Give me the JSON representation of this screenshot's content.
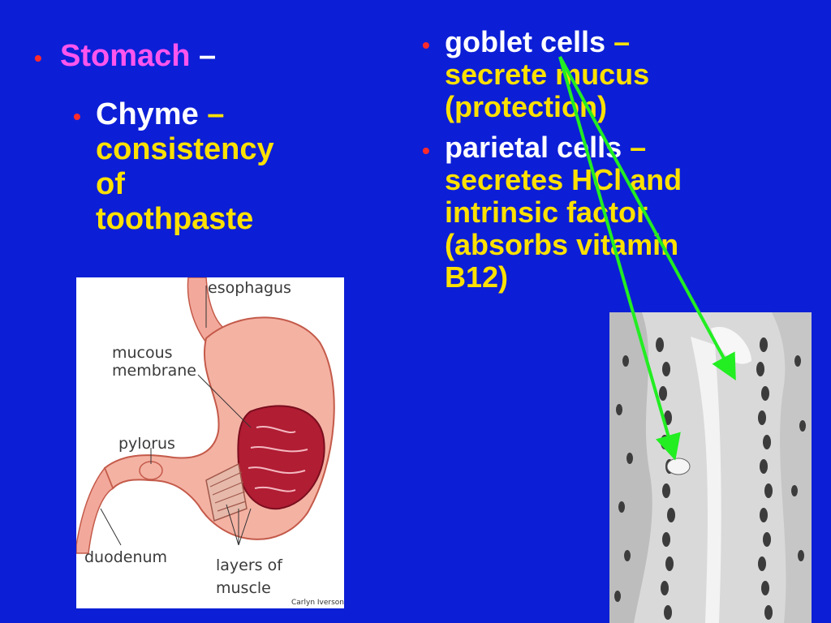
{
  "left": {
    "main_term": "Stomach",
    "main_dash": " –",
    "sub_term": "Chyme",
    "sub_dash": " –",
    "sub_desc_lines": [
      "consistency",
      "of",
      "toothpaste"
    ]
  },
  "right": {
    "items": [
      {
        "term": "goblet cells",
        "dash": " –",
        "desc_lines": [
          "secrete mucus",
          "(protection)"
        ]
      },
      {
        "term": "parietal cells",
        "dash": " –",
        "desc_lines": [
          "secretes HCl and",
          "intrinsic factor",
          "(absorbs vitamin",
          "B12)"
        ]
      }
    ]
  },
  "diagram": {
    "labels": {
      "esophagus": "esophagus",
      "mucous1": "mucous",
      "mucous2": "membrane",
      "pylorus": "pylorus",
      "duodenum": "duodenum",
      "layers1": "layers of",
      "layers2": "muscle"
    },
    "credit": "Carlyn Iverson"
  },
  "colors": {
    "background": "#0c1fd6",
    "term": "#ffffff",
    "description": "#ffe100",
    "heading": "#ff55ee",
    "bullet": "#ff2b2b",
    "arrow": "#22ee22"
  }
}
